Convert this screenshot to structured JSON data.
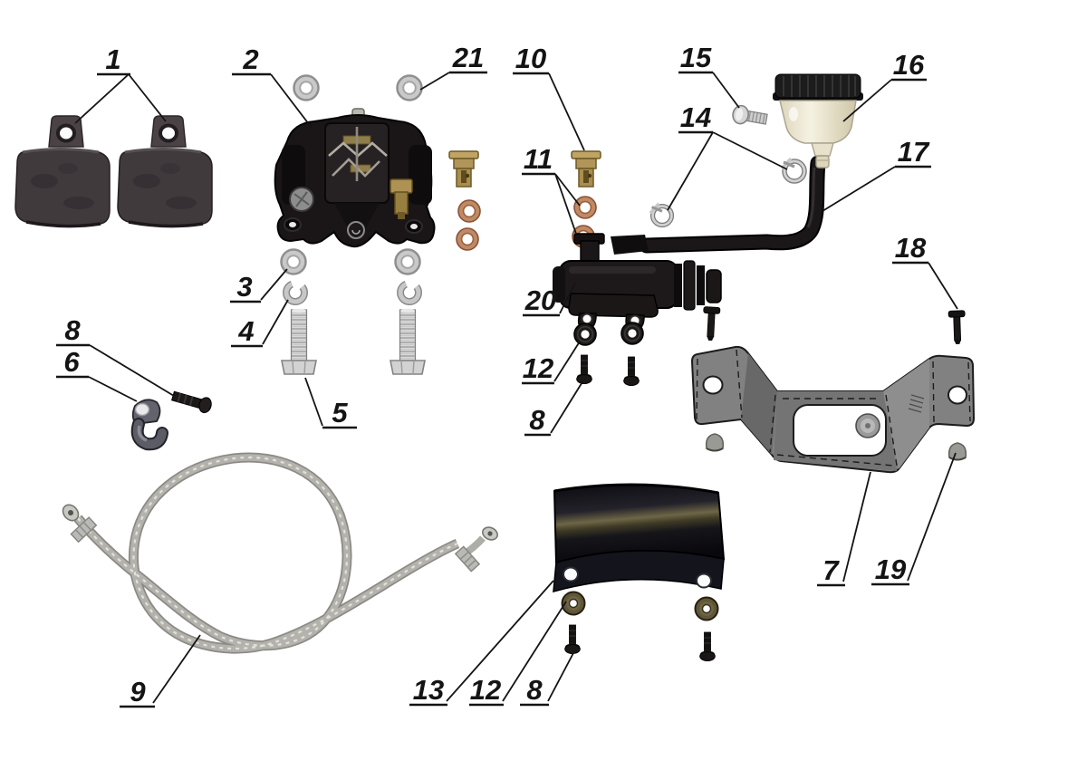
{
  "figure": {
    "kind": "exploded-parts-diagram",
    "subject": "rear brake assembly",
    "background": "#ffffff",
    "ink": "#141414"
  },
  "colors": {
    "pad_gray": "#413a3e",
    "caliper_black": "#1a1517",
    "washer_silver": "#c9c9c9",
    "zinc_bolt": "#d6d6d6",
    "brass": "#b2955a",
    "copper": "#bf8a64",
    "rubber_black": "#1d1919",
    "bracket_gray": "#7f7f7f",
    "guard_black": "#15151d",
    "bronze_washer": "#5f5737",
    "reservoir_ivory": "#efe9d3",
    "hose_braid": "#b3b2ac"
  },
  "callouts": [
    {
      "number": "1",
      "part": "brake-pads"
    },
    {
      "number": "2",
      "part": "brake-caliper"
    },
    {
      "number": "3",
      "part": "flat-washer"
    },
    {
      "number": "4",
      "part": "spring-washer"
    },
    {
      "number": "5",
      "part": "caliper-bolt"
    },
    {
      "number": "6",
      "part": "hose-clamp"
    },
    {
      "number": "7",
      "part": "mounting-bracket"
    },
    {
      "number": "8",
      "part": "clamp-screw"
    },
    {
      "number": "8",
      "part": "master-cylinder-screw"
    },
    {
      "number": "8",
      "part": "guard-screw"
    },
    {
      "number": "9",
      "part": "braided-brake-hose"
    },
    {
      "number": "10",
      "part": "banjo-bolt"
    },
    {
      "number": "11",
      "part": "copper-washers"
    },
    {
      "number": "12",
      "part": "master-cylinder-grommet"
    },
    {
      "number": "12",
      "part": "guard-washer"
    },
    {
      "number": "13",
      "part": "guard-plate"
    },
    {
      "number": "14",
      "part": "spring-hose-clips"
    },
    {
      "number": "15",
      "part": "reservoir-screw"
    },
    {
      "number": "16",
      "part": "fluid-reservoir"
    },
    {
      "number": "17",
      "part": "reservoir-hose"
    },
    {
      "number": "18",
      "part": "bracket-screw"
    },
    {
      "number": "19",
      "part": "bracket-cap"
    },
    {
      "number": "20",
      "part": "master-cylinder"
    },
    {
      "number": "21",
      "part": "caliper-washer"
    }
  ]
}
